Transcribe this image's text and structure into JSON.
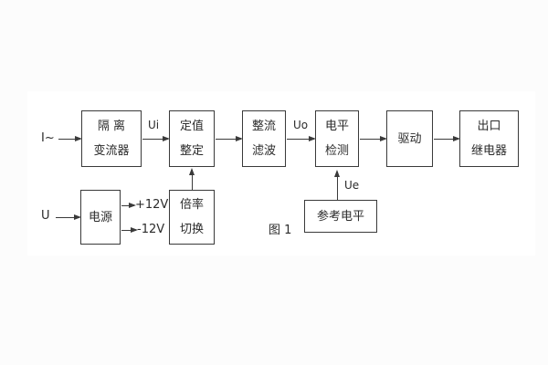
{
  "figure": {
    "caption": "图 1",
    "colors": {
      "line": "#3a3a3a",
      "text": "#2b2b2b",
      "box_bg": "#ffffff",
      "page_bg": "#fcfcfc"
    },
    "inputs": {
      "current_input": "I~",
      "voltage_input": "U"
    },
    "signals": {
      "ui": "Ui",
      "uo": "Uo",
      "ue": "Ue",
      "plus12": "+12V",
      "minus12": "-12V"
    },
    "blocks": {
      "isolation": {
        "line1": "隔 离",
        "line2": "变流器"
      },
      "setting": {
        "line1": "定值",
        "line2": "整定"
      },
      "rectifier": {
        "line1": "整流",
        "line2": "滤波"
      },
      "level": {
        "line1": "电平",
        "line2": "检测"
      },
      "drive": {
        "line1": "驱动"
      },
      "relay": {
        "line1": "出口",
        "line2": "继电器"
      },
      "power": {
        "line1": "电源"
      },
      "ratio": {
        "line1": "倍率",
        "line2": "切换"
      },
      "reference": {
        "line1": "参考电平"
      }
    }
  }
}
